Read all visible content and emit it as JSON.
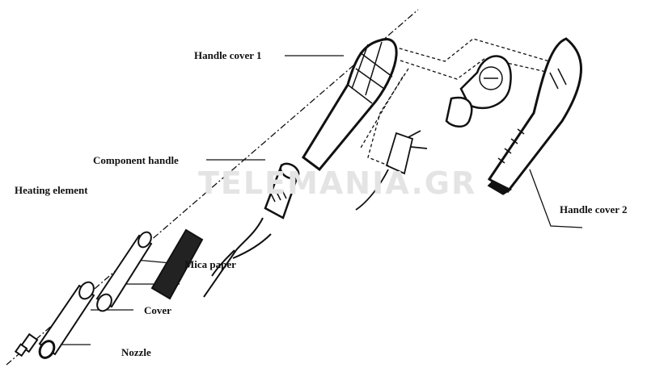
{
  "watermark": "TELEMANIA.GR",
  "labels": {
    "handle_cover_1": "Handle cover 1",
    "component_handle": "Component handle",
    "heating_element": "Heating element",
    "mica_paper": "Mica paper",
    "cover": "Cover",
    "nozzle": "Nozzle",
    "handle_cover_2": "Handle cover 2"
  }
}
